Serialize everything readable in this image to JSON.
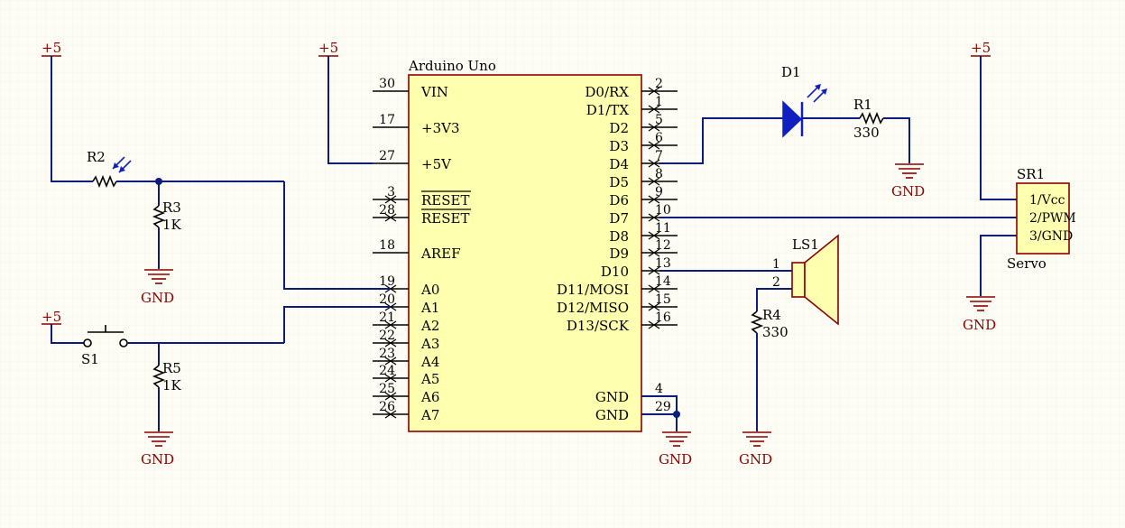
{
  "arduino": {
    "title": "Arduino Uno",
    "left_pins": [
      {
        "num": "30",
        "name": "VIN"
      },
      {
        "num": "17",
        "name": "+3V3"
      },
      {
        "num": "27",
        "name": "+5V"
      },
      {
        "num": "3",
        "name": "RESET"
      },
      {
        "num": "28",
        "name": "RESET"
      },
      {
        "num": "18",
        "name": "AREF"
      },
      {
        "num": "19",
        "name": "A0"
      },
      {
        "num": "20",
        "name": "A1"
      },
      {
        "num": "21",
        "name": "A2"
      },
      {
        "num": "22",
        "name": "A3"
      },
      {
        "num": "23",
        "name": "A4"
      },
      {
        "num": "24",
        "name": "A5"
      },
      {
        "num": "25",
        "name": "A6"
      },
      {
        "num": "26",
        "name": "A7"
      }
    ],
    "right_pins": [
      {
        "num": "2",
        "name": "D0/RX"
      },
      {
        "num": "1",
        "name": "D1/TX"
      },
      {
        "num": "5",
        "name": "D2"
      },
      {
        "num": "6",
        "name": "D3"
      },
      {
        "num": "7",
        "name": "D4"
      },
      {
        "num": "8",
        "name": "D5"
      },
      {
        "num": "9",
        "name": "D6"
      },
      {
        "num": "10",
        "name": "D7"
      },
      {
        "num": "11",
        "name": "D8"
      },
      {
        "num": "12",
        "name": "D9"
      },
      {
        "num": "13",
        "name": "D10"
      },
      {
        "num": "14",
        "name": "D11/MOSI"
      },
      {
        "num": "15",
        "name": "D12/MISO"
      },
      {
        "num": "16",
        "name": "D13/SCK"
      },
      {
        "num": "4",
        "name": "GND"
      },
      {
        "num": "29",
        "name": "GND"
      }
    ]
  },
  "power": {
    "vcc": "+5",
    "gnd": "GND"
  },
  "r2": {
    "ref": "R2"
  },
  "r3": {
    "ref": "R3",
    "value": "1K"
  },
  "r5": {
    "ref": "R5",
    "value": "1K"
  },
  "s1": {
    "ref": "S1"
  },
  "d1": {
    "ref": "D1"
  },
  "r1": {
    "ref": "R1",
    "value": "330"
  },
  "r4": {
    "ref": "R4",
    "value": "330"
  },
  "ls1": {
    "ref": "LS1",
    "pin1": "1",
    "pin2": "2"
  },
  "sr1": {
    "ref": "SR1",
    "name": "Servo",
    "pins": [
      "1/Vcc",
      "2/PWM",
      "3/GND"
    ]
  },
  "colors": {
    "body": "#ffffb0",
    "wire": "#0c1c7a",
    "power": "#8b0000",
    "background": "#fdfdf5"
  }
}
